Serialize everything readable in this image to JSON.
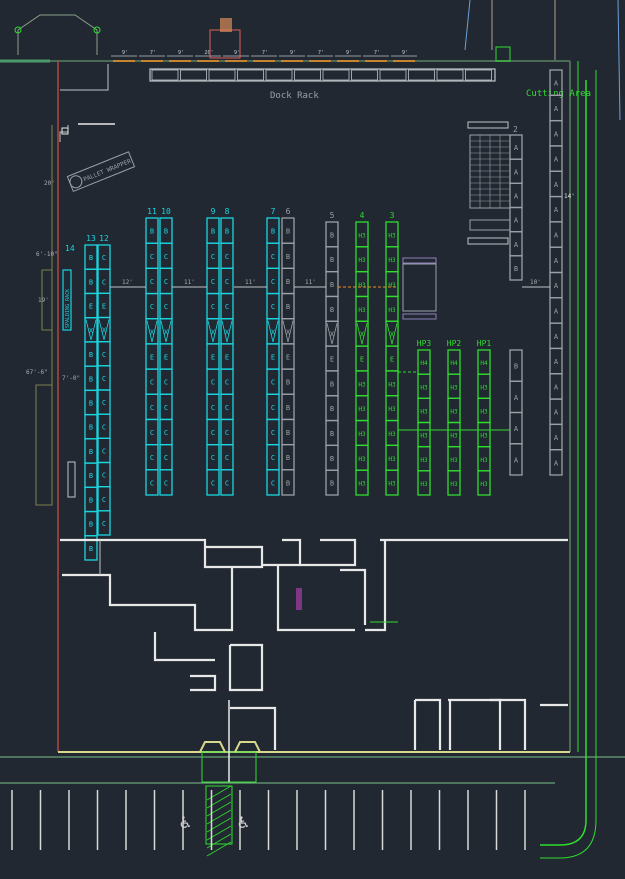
{
  "labels": {
    "dock_rack": "Dock Rack",
    "cutting_area": "Cutting Area",
    "pallet_wrapper": "PALLET WRAPPER",
    "rack_14": "14",
    "rack_14b": "14",
    "rack_2": "2",
    "side_rack_text": "SPALDING RACK"
  },
  "dimensions": {
    "aisle_12_13": "12'",
    "aisle_10_9": "11'",
    "aisle_8_7": "11'",
    "aisle_6_5": "11'",
    "aisle_right": "10'",
    "wall_20": "20'",
    "wall_6_10": "6'-10\"",
    "wall_19": "19'",
    "wall_67_6": "67'-6\"",
    "wall_7_0": "7'-0\"",
    "dock_9a": "9'",
    "dock_7a": "7'",
    "dock_9b": "9'",
    "dock_20": "20'",
    "dock_9c": "9'",
    "dock_7b": "7'",
    "dock_9d": "9'",
    "dock_7c": "7'",
    "dock_9e": "9'",
    "dock_7d": "7'",
    "dock_9f": "9'",
    "right_14": "14'"
  },
  "colors": {
    "background": "#212831",
    "cyan": "#19d6e0",
    "green": "#2fdc2f",
    "grey": "#9aa0a6",
    "orange": "#f08c1e",
    "red": "#d9443a"
  },
  "racks": [
    {
      "label": "13",
      "color": "#19d6e0",
      "bays": [
        "B",
        "B",
        "E",
        "X",
        "B",
        "B",
        "B",
        "B",
        "B",
        "B",
        "B",
        "B",
        "B"
      ]
    },
    {
      "label": "12",
      "color": "#19d6e0",
      "bays": [
        "C",
        "C",
        "E",
        "X",
        "C",
        "C",
        "C",
        "C",
        "C",
        "C",
        "C",
        "C"
      ]
    },
    {
      "label": "11",
      "color": "#19d6e0",
      "bays": [
        "B",
        "C",
        "C",
        "C",
        "X",
        "E",
        "C",
        "C",
        "C",
        "C",
        "C"
      ]
    },
    {
      "label": "10",
      "color": "#19d6e0",
      "bays": [
        "B",
        "C",
        "C",
        "C",
        "X",
        "E",
        "C",
        "C",
        "C",
        "C",
        "C"
      ]
    },
    {
      "label": "9",
      "color": "#19d6e0",
      "bays": [
        "B",
        "C",
        "C",
        "C",
        "X",
        "E",
        "C",
        "C",
        "C",
        "C",
        "C"
      ]
    },
    {
      "label": "8",
      "color": "#19d6e0",
      "bays": [
        "B",
        "C",
        "C",
        "C",
        "X",
        "E",
        "C",
        "C",
        "C",
        "C",
        "C"
      ]
    },
    {
      "label": "7",
      "color": "#19d6e0",
      "bays": [
        "B",
        "C",
        "C",
        "C",
        "X",
        "E",
        "C",
        "C",
        "C",
        "C",
        "C"
      ]
    },
    {
      "label": "6",
      "color": "#9aa0a6",
      "bays": [
        "B",
        "B",
        "B",
        "B",
        "X",
        "E",
        "B",
        "B",
        "B",
        "B",
        "B"
      ]
    },
    {
      "label": "5",
      "color": "#9aa0a6",
      "bays": [
        "B",
        "B",
        "B",
        "B",
        "X",
        "E",
        "B",
        "B",
        "B",
        "B",
        "B"
      ]
    },
    {
      "label": "4",
      "color": "#2fdc2f",
      "bays": [
        "H3",
        "H3",
        "H3",
        "H3",
        "X",
        "E",
        "H3",
        "H3",
        "H3",
        "H3",
        "H3"
      ]
    },
    {
      "label": "3",
      "color": "#2fdc2f",
      "bays": [
        "H3",
        "H3",
        "H3",
        "H3",
        "X",
        "E",
        "H3",
        "H3",
        "H3",
        "H3",
        "H3"
      ]
    },
    {
      "label": "HP3",
      "color": "#2fdc2f",
      "bays": [
        "H4",
        "H3",
        "H3",
        "H3",
        "H3",
        "H3"
      ]
    },
    {
      "label": "HP2",
      "color": "#2fdc2f",
      "bays": [
        "H4",
        "H3",
        "H3",
        "H3",
        "H3",
        "H3"
      ]
    },
    {
      "label": "HP1",
      "color": "#2fdc2f",
      "bays": [
        "H4",
        "H3",
        "H3",
        "H3",
        "H3",
        "H3"
      ]
    },
    {
      "label": "",
      "color": "#9aa0a6",
      "bays": [
        "A",
        "A",
        "A",
        "A",
        "A",
        "B"
      ]
    },
    {
      "label": "",
      "color": "#9aa0a6",
      "bays": [
        "B",
        "A",
        "A",
        "A"
      ]
    },
    {
      "label": "",
      "color": "#9aa0a6",
      "bays": [
        "A",
        "A",
        "A",
        "A",
        "A",
        "A",
        "A",
        "A",
        "A",
        "A",
        "A",
        "A",
        "A",
        "A",
        "A",
        "A"
      ]
    }
  ]
}
